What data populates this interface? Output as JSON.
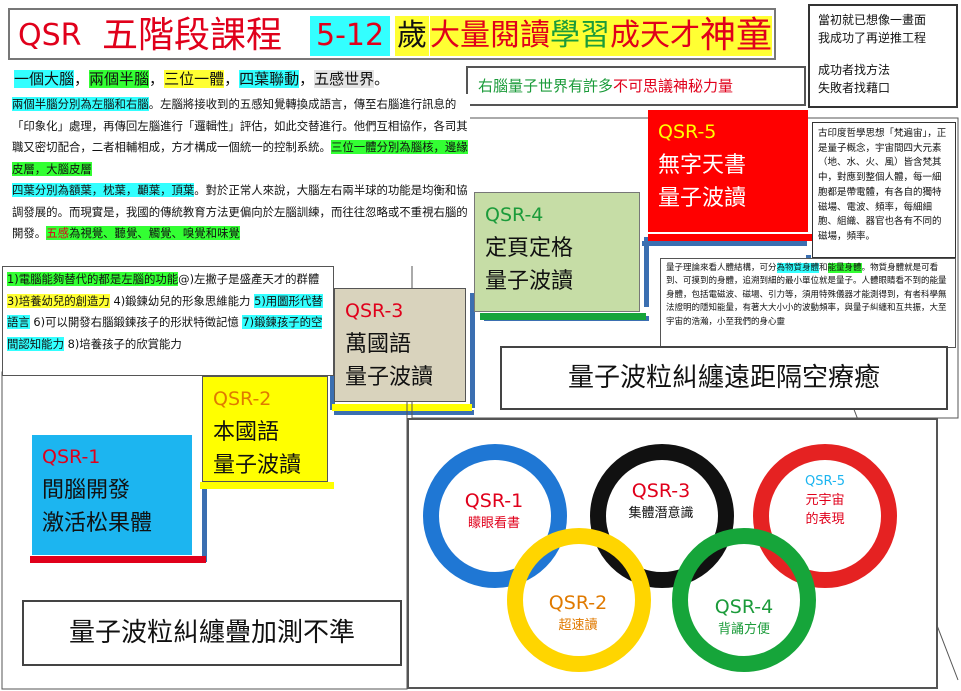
{
  "title": {
    "qsr": "QSR",
    "stages": "五階段課程",
    "ages": "5-12",
    "sui": "歲",
    "big_reading": "大量閱讀",
    "learn": "學習",
    "become": "成天才",
    "prodigy": "神童"
  },
  "note": {
    "line1": "當初就已想像一畫面",
    "line2": "我成功了再逆推工程",
    "line3": "成功者找方法",
    "line4": "失敗者找藉口"
  },
  "slogan": {
    "one_brain": "一個大腦",
    "two_hemi": "兩個半腦",
    "trinity": "三位一體",
    "four_lobes": "四葉聯動",
    "five_senses": "五感世界",
    "sep": "，",
    "end": "。"
  },
  "right_brain_banner": {
    "a": "右腦量子世界",
    "b": "有許多",
    "c": "不可思議神秘力量"
  },
  "intro": {
    "p1_hl": "兩個半腦分別為左腦和右腦",
    "p1_rest": "。左腦將接收到的五感知覺轉換成語言，傳至右腦進行訊息的「印象化」處理，再傳回左腦進行「邏輯性」評估，如此交替進行。他們互相協作，各司其職又密切配合，二者相輔相成，方才構成一個統一的控制系統。",
    "p2_hl": "三位一體分別為腦核，邊緣皮層，大腦皮層",
    "p3_hl": "四葉分別為額葉，枕葉，顳葉，頂葉",
    "p3_rest": "。對於正常人來說，大腦左右兩半球的功能是均衡和協調發展的。而現實是，我國的傳統教育方法更偏向於左腦訓練，而往往忽略或不重視右腦的開發。",
    "p4_hl_a": "五感",
    "p4_hl_b": "為視覺、聽覺、觸覺、嗅覺和味覺"
  },
  "ability": {
    "a1": "1)電腦能夠替代的都是左腦的功能",
    "a1b": "@)左撇子是盛產天才的群體",
    "a3": "3)培養幼兒的創造力",
    "a4": "4)鍛鍊幼兒的形象思維能力",
    "a5": "5)用圖形代替語言",
    "a6": "6)可以開發右腦鍛鍊孩子的形狀特徵記憶",
    "a7": "7)鍛鍊孩子的空間認知能力",
    "a8": "8)培養孩子的欣賞能力"
  },
  "qnote": {
    "a": "量子理論來看人體結構，可分",
    "hl1": "為物質身體",
    "b": "和",
    "hl2": "能量身體",
    "c": "。物質身體就是可看到、可摸到的身體，追溯到細的最小單位就是量子。人體眼睛看不到的能量身體，包括電磁波、磁場、引力等，須用特殊儀器才能測得到，有者科學無法證明的隱知能量，有著大大小小的波動頻率，與量子糾纏和互共振，大至宇宙的浩瀚，小至我們的身心靈"
  },
  "sage": {
    "text": "古印度哲學思想「梵遍宙」，正是量子概念，宇宙間四大元素（地、水、火、風）皆含梵其中，對應到整個人體，每一細胞都是帶電體，有各自的獨特磁場、電波、頻率，每細細胞、組織、器官也各有不同的磁場，頻率。"
  },
  "stairs": [
    {
      "code": "QSR-1",
      "line1": "間腦開發",
      "line2": "激活松果體"
    },
    {
      "code": "QSR-2",
      "line1": "本國語",
      "line2": "量子波讀"
    },
    {
      "code": "QSR-3",
      "line1": "萬國語",
      "line2": "量子波讀"
    },
    {
      "code": "QSR-4",
      "line1": "定頁定格",
      "line2": "量子波讀"
    },
    {
      "code": "QSR-5",
      "line1": "無字天書",
      "line2": "量子波讀"
    }
  ],
  "entangle_remote": "量子波粒糾纏遠距隔空療癒",
  "entangle_uncertain": "量子波粒糾纏疊加測不準",
  "rings": [
    {
      "code": "QSR-1",
      "sub": "矇眼看書",
      "color": "#1f77d4"
    },
    {
      "code": "QSR-2",
      "sub": "超速讀",
      "color": "#ffd500"
    },
    {
      "code": "QSR-3",
      "sub": "集體潛意識",
      "color": "#111111"
    },
    {
      "code": "QSR-4",
      "sub": "背誦方便",
      "color": "#16a53a"
    },
    {
      "code": "QSR-5",
      "sub": "元宇宙",
      "sub2": "的表現",
      "color": "#e52222"
    }
  ],
  "colors": {
    "stair1_bg": "#1cb5f0",
    "stair2_bg": "#ffff00",
    "stair3_bg": "#d9d3bd",
    "stair4_bg": "#c6dda6",
    "stair5_bg": "#ff0000",
    "accent_red": "#e0001b",
    "accent_orange": "#e07a00",
    "accent_green": "#1b9b3a"
  }
}
